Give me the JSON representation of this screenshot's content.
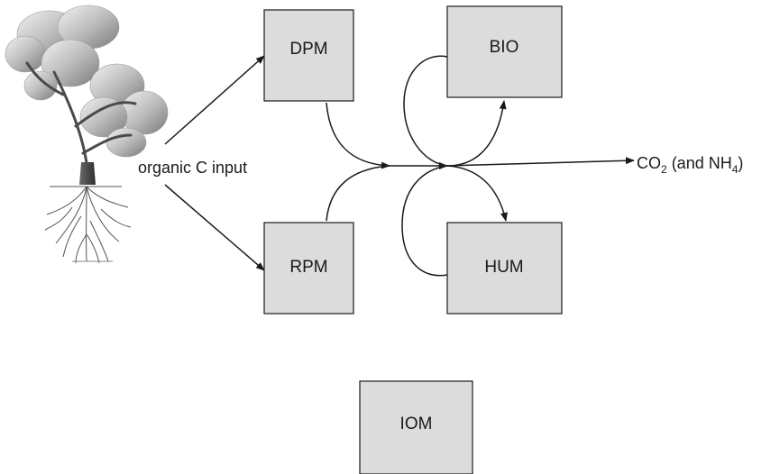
{
  "diagram": {
    "input_label": "organic C input",
    "output_label": {
      "co": "CO",
      "co_sub": "2",
      "mid": " (and NH",
      "nh_sub": "4",
      "end": ")"
    },
    "pools": {
      "dpm": "DPM",
      "rpm": "RPM",
      "bio": "BIO",
      "hum": "HUM",
      "iom": "IOM"
    },
    "colors": {
      "box_fill": "#dcdcdc",
      "stroke": "#1a1a1a"
    },
    "icons": [
      "tree-icon"
    ]
  }
}
